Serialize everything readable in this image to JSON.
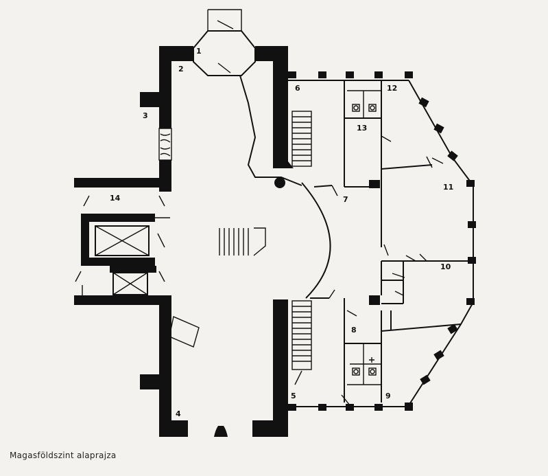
{
  "caption": "Magasföldszint alaprajza",
  "room_numbers": [
    "1",
    "2",
    "3",
    "4",
    "5",
    "6",
    "7",
    "8",
    "9",
    "10",
    "11",
    "12",
    "13",
    "14"
  ]
}
